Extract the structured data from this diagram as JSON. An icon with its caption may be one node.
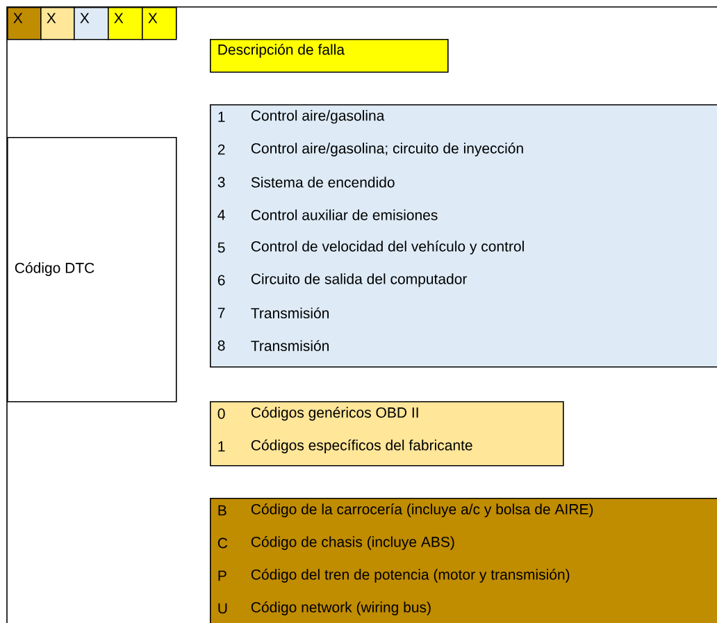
{
  "diagram": {
    "nodes": [
      {
        "text": [
          "X"
        ]
      },
      {
        "text": [
          "X"
        ]
      },
      {
        "text": [
          "X"
        ]
      },
      {
        "text": [
          "X"
        ]
      },
      {
        "text": [
          "X"
        ]
      },
      {
        "text": [
          "Descripción de falla"
        ]
      },
      {
        "text": [
          "1",
          "Control aire/gasolina",
          "2",
          "Control aire/gasolina; circuito de inyección",
          "3",
          "Sistema de encendido",
          "4",
          "Control auxiliar de emisiones",
          "5",
          "Control de velocidad del vehículo y control",
          "6",
          "Circuito de salida del computador",
          "7",
          "Transmisión",
          "8",
          "Transmisión"
        ]
      },
      {
        "text": [
          "Código DTC"
        ]
      },
      {
        "text": [
          "0",
          "Códigos genéricos OBD II",
          "1",
          "Códigos específicos del fabricante"
        ]
      },
      {
        "text": [
          "B",
          "Código de la carrocería (incluye a/c y bolsa de AIRE)",
          "C",
          "Código de chasis (incluye ABS)",
          "P",
          "Código del tren de potencia (motor y transmisión)",
          "U",
          "Código network (wiring bus)"
        ]
      }
    ]
  }
}
